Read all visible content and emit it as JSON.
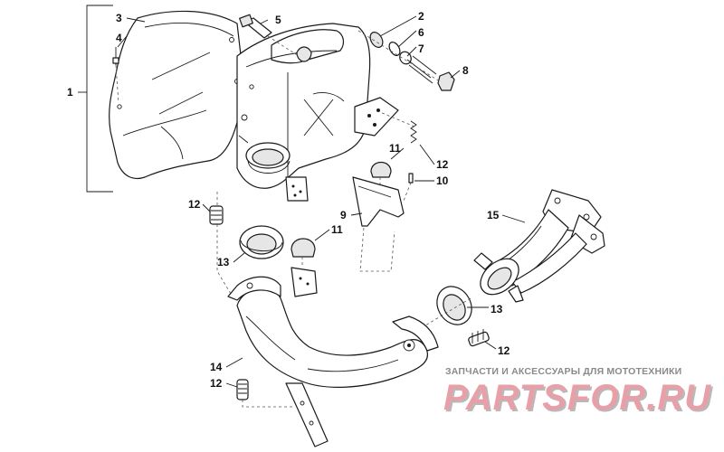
{
  "callouts": {
    "c1": "1",
    "c2": "2",
    "c3": "3",
    "c4": "4",
    "c5": "5",
    "c6": "6",
    "c7": "7",
    "c8": "8",
    "c9": "9",
    "c10": "10",
    "c11a": "11",
    "c11b": "11",
    "c12a": "12",
    "c12b": "12",
    "c12c": "12",
    "c12d": "12",
    "c13a": "13",
    "c13b": "13",
    "c14": "14",
    "c15": "15"
  },
  "watermark": {
    "subtitle": "ЗАПЧАСТИ И АКСЕССУАРЫ ДЛЯ МОТОТЕХНИКИ",
    "logo": "PARTSFOR.RU"
  },
  "colors": {
    "line": "#1a1a1a",
    "logo": "#e8a0a8",
    "subtitle": "#8a8a8a"
  }
}
